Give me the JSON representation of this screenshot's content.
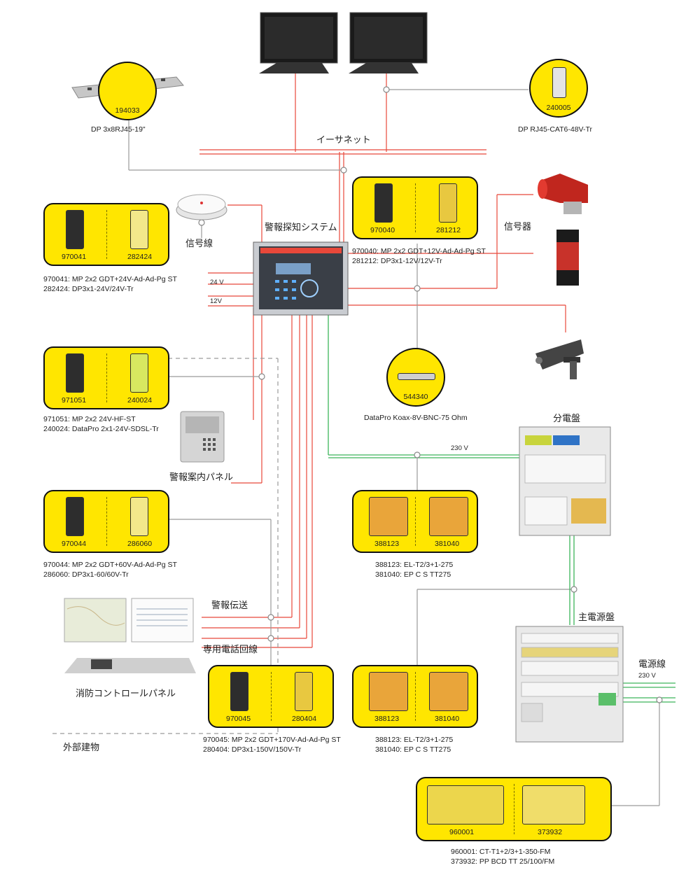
{
  "labels": {
    "ethernet": "イーサネット",
    "alarm_system": "警報探知システム",
    "signal_line": "信号線",
    "signaling": "信号器",
    "v24": "24 V",
    "v12": "12V",
    "distribution_board": "分電盤",
    "v230_a": "230 V",
    "main_board": "主電源盤",
    "power_line": "電源線",
    "v230_b": "230 V",
    "alarm_guide_panel": "警報案内パネル",
    "alarm_transmission": "警報伝送",
    "dedicated_phone": "専用電話回線",
    "fire_panel": "消防コントロールパネル",
    "external_building": "外部建物"
  },
  "circles": {
    "c194033": {
      "code": "194033",
      "caption": "DP 3x8RJ45-19\""
    },
    "c240005": {
      "code": "240005",
      "caption": "DP RJ45-CAT6-48V-Tr"
    },
    "c544340": {
      "code": "544340",
      "caption": "DataPro Koax-8V-BNC-75 Ohm"
    }
  },
  "boxes": {
    "b1": {
      "left": "970041",
      "right": "282424",
      "desc1": "970041: MP 2x2 GDT+24V-Ad-Ad-Pg ST",
      "desc2": "282424: DP3x1-24V/24V-Tr"
    },
    "b2": {
      "left": "970040",
      "right": "281212",
      "desc1": "970040: MP 2x2 GDT+12V-Ad-Ad-Pg ST",
      "desc2": "281212: DP3x1-12V/12V-Tr"
    },
    "b3": {
      "left": "971051",
      "right": "240024",
      "desc1": "971051: MP 2x2 24V-HF-ST",
      "desc2": "240024: DataPro 2x1-24V-SDSL-Tr"
    },
    "b4": {
      "left": "970044",
      "right": "286060",
      "desc1": "970044: MP 2x2 GDT+60V-Ad-Ad-Pg ST",
      "desc2": "286060: DP3x1-60/60V-Tr"
    },
    "b5": {
      "left": "388123",
      "right": "381040",
      "desc1": "388123: EL-T2/3+1-275",
      "desc2": "381040: EP C S TT275"
    },
    "b6": {
      "left": "970045",
      "right": "280404",
      "desc1": "970045: MP 2x2 GDT+170V-Ad-Ad-Pg ST",
      "desc2": "280404: DP3x1-150V/150V-Tr"
    },
    "b7": {
      "left": "388123",
      "right": "381040",
      "desc1": "388123: EL-T2/3+1-275",
      "desc2": "381040: EP C S TT275"
    },
    "b8": {
      "left": "960001",
      "right": "373932",
      "desc1": "960001: CT-T1+2/3+1-350-FM",
      "desc2": "373932: PP BCD TT 25/100/FM"
    }
  },
  "colors": {
    "highlight": "#ffe600",
    "signal_line": "#e8483a",
    "data_line": "#9a9a9a",
    "power_line": "#3cb55a"
  }
}
